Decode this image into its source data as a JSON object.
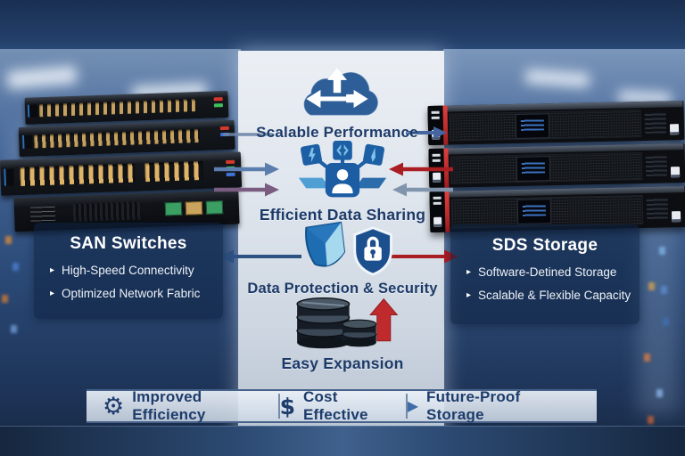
{
  "left_panel": {
    "title": "SAN Switches",
    "bullet_glyph": "▸",
    "bullets": [
      "High-Speed Connectivity",
      "Optimized Network Fabric"
    ]
  },
  "right_panel": {
    "title": "SDS Storage",
    "bullet_glyph": "▸",
    "bullets": [
      "Software-Detined Storage",
      "Scalable & Flexible Capacity"
    ]
  },
  "center_flow": {
    "items": [
      {
        "icon": "cloud-scalability-icon",
        "label": "Scalable Performance"
      },
      {
        "icon": "data-sharing-network-icon",
        "label": "Efficient Data Sharing"
      },
      {
        "icon": "shield-lock-icon",
        "label": "Data Protection & Security"
      },
      {
        "icon": "database-expansion-icon",
        "label": "Easy Expansion"
      }
    ]
  },
  "footer_bar": {
    "items": [
      {
        "icon": "gear-icon",
        "glyph": "⚙",
        "label": "Improved Efficiency"
      },
      {
        "icon": "dollar-icon",
        "glyph": "$",
        "label": "Cost Effective"
      },
      {
        "icon": "play-icon",
        "glyph": "▶",
        "label": "Future-Proof Storage"
      }
    ]
  },
  "colors": {
    "navy_text": "#1c3a68",
    "arrow_red": "#a81e23",
    "arrow_steel_blue": "#5c7eae",
    "arrow_purple": "#7a5c80",
    "arrow_gray_blue": "#8094ac",
    "icon_blue": "#1d5fa5",
    "red_accent": "#bf2a2c",
    "panel_navy": "rgba(14,34,66,0.58)"
  }
}
